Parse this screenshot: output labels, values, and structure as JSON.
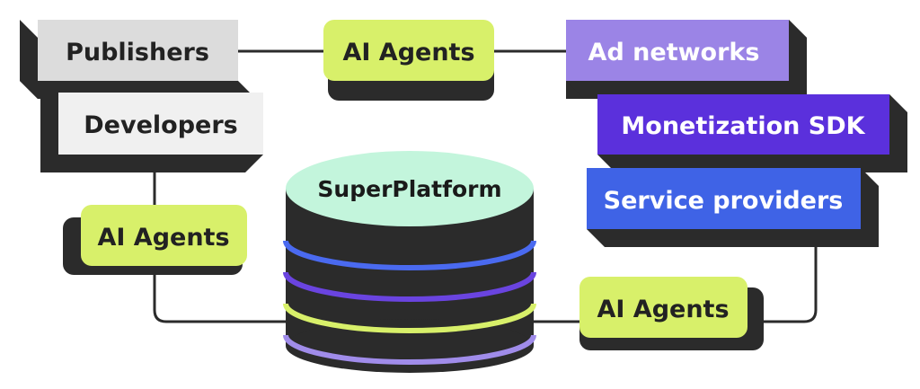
{
  "diagram": {
    "nodes": {
      "publishers": {
        "label": "Publishers",
        "color": "#dcdcdc",
        "text_color": "#222222"
      },
      "developers": {
        "label": "Developers",
        "color": "#f0f0f0",
        "text_color": "#222222"
      },
      "ai_agents_top": {
        "label": "AI Agents",
        "color": "#d8f06a",
        "text_color": "#222222"
      },
      "ai_agents_left": {
        "label": "AI Agents",
        "color": "#d8f06a",
        "text_color": "#222222"
      },
      "ai_agents_bottom": {
        "label": "AI Agents",
        "color": "#d8f06a",
        "text_color": "#222222"
      },
      "ad_networks": {
        "label": "Ad networks",
        "color": "#9b84e6",
        "text_color": "#ffffff"
      },
      "monetization_sdk": {
        "label": "Monetization SDK",
        "color": "#5b30dc",
        "text_color": "#ffffff"
      },
      "service_providers": {
        "label": "Service providers",
        "color": "#3f63e6",
        "text_color": "#ffffff"
      }
    },
    "platform": {
      "label": "SuperPlatform",
      "top_color": "#c3f5dc",
      "band_colors": [
        "#4a6af0",
        "#6a44e0",
        "#d8f06a",
        "#a08cea"
      ]
    },
    "colors": {
      "shadow": "#2b2b2b",
      "connector": "#2b2b2b"
    }
  }
}
